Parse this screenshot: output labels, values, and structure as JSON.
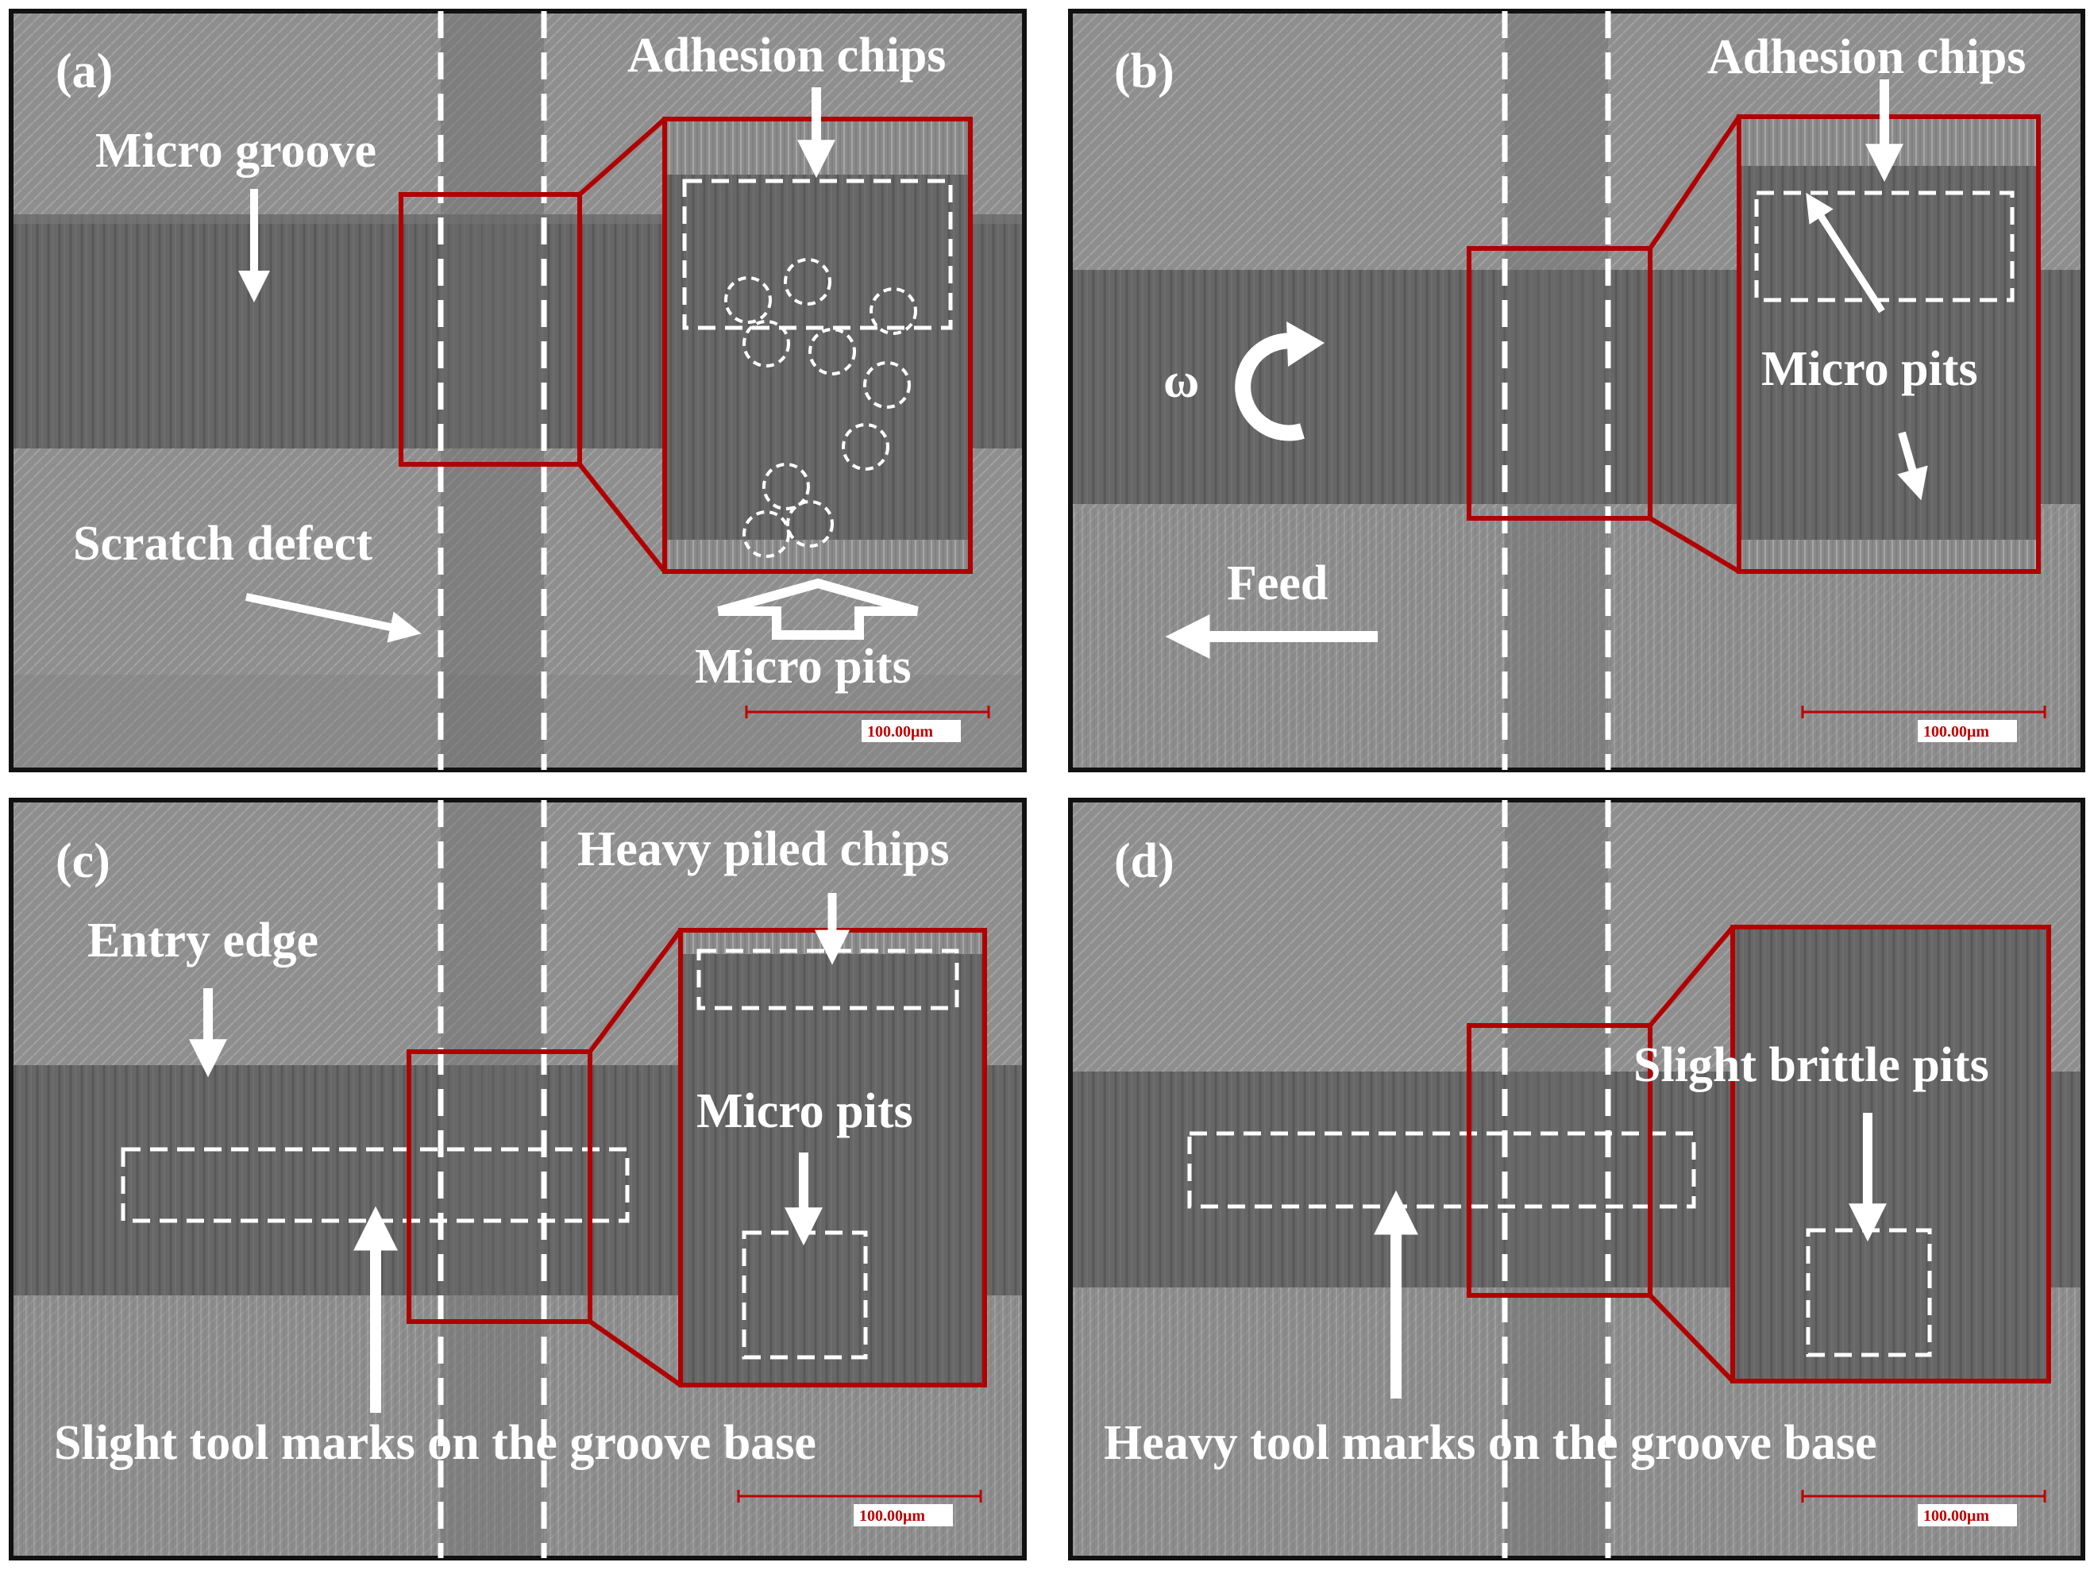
{
  "figure": {
    "panels": [
      {
        "id": "a",
        "letter": "(a)",
        "labels": {
          "adhesion": "Adhesion chips",
          "groove": "Micro groove",
          "scratch": "Scratch defect",
          "pits": "Micro pits"
        },
        "scale_bar": "100.00μm"
      },
      {
        "id": "b",
        "letter": "(b)",
        "labels": {
          "adhesion": "Adhesion chips",
          "pits": "Micro pits",
          "omega": "ω",
          "feed": "Feed"
        },
        "scale_bar": "100.00μm"
      },
      {
        "id": "c",
        "letter": "(c)",
        "labels": {
          "piled": "Heavy piled chips",
          "entry": "Entry edge",
          "pits": "Micro pits",
          "toolmarks": "Slight tool marks on the groove base"
        },
        "scale_bar": "100.00μm"
      },
      {
        "id": "d",
        "letter": "(d)",
        "labels": {
          "brittle": "Slight brittle pits",
          "toolmarks": "Heavy tool marks on the groove base"
        },
        "scale_bar": "100.00μm"
      }
    ],
    "colors": {
      "surface": "#8c8c8c",
      "groove": "#636363",
      "frame": "#111111",
      "highlight": "#b00000",
      "annotation": "#ffffff"
    }
  }
}
